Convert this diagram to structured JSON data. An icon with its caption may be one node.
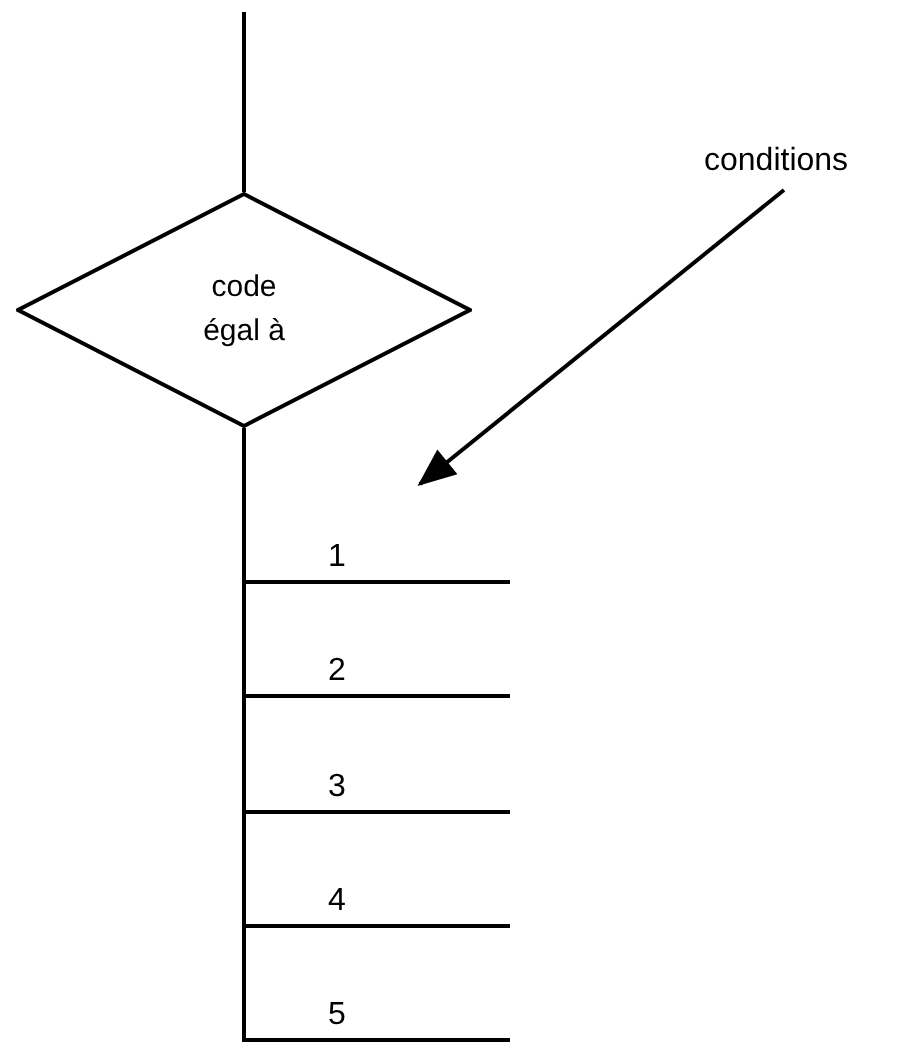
{
  "diagram": {
    "nodes": [
      {
        "text": [
          "code égal à"
        ]
      },
      {
        "text": [
          "conditions"
        ]
      }
    ],
    "edges": [
      {
        "from": null,
        "to": 0,
        "arrow": "none"
      },
      {
        "from": 0,
        "to": null,
        "arrow": "none",
        "label": "1"
      },
      {
        "from": 0,
        "to": null,
        "arrow": "none",
        "label": "2"
      },
      {
        "from": 0,
        "to": null,
        "arrow": "none",
        "label": "3"
      },
      {
        "from": 0,
        "to": null,
        "arrow": "none",
        "label": "4"
      },
      {
        "from": 0,
        "to": null,
        "arrow": "none",
        "label": "5"
      },
      {
        "from": 1,
        "to": null,
        "arrow": "to"
      }
    ]
  }
}
